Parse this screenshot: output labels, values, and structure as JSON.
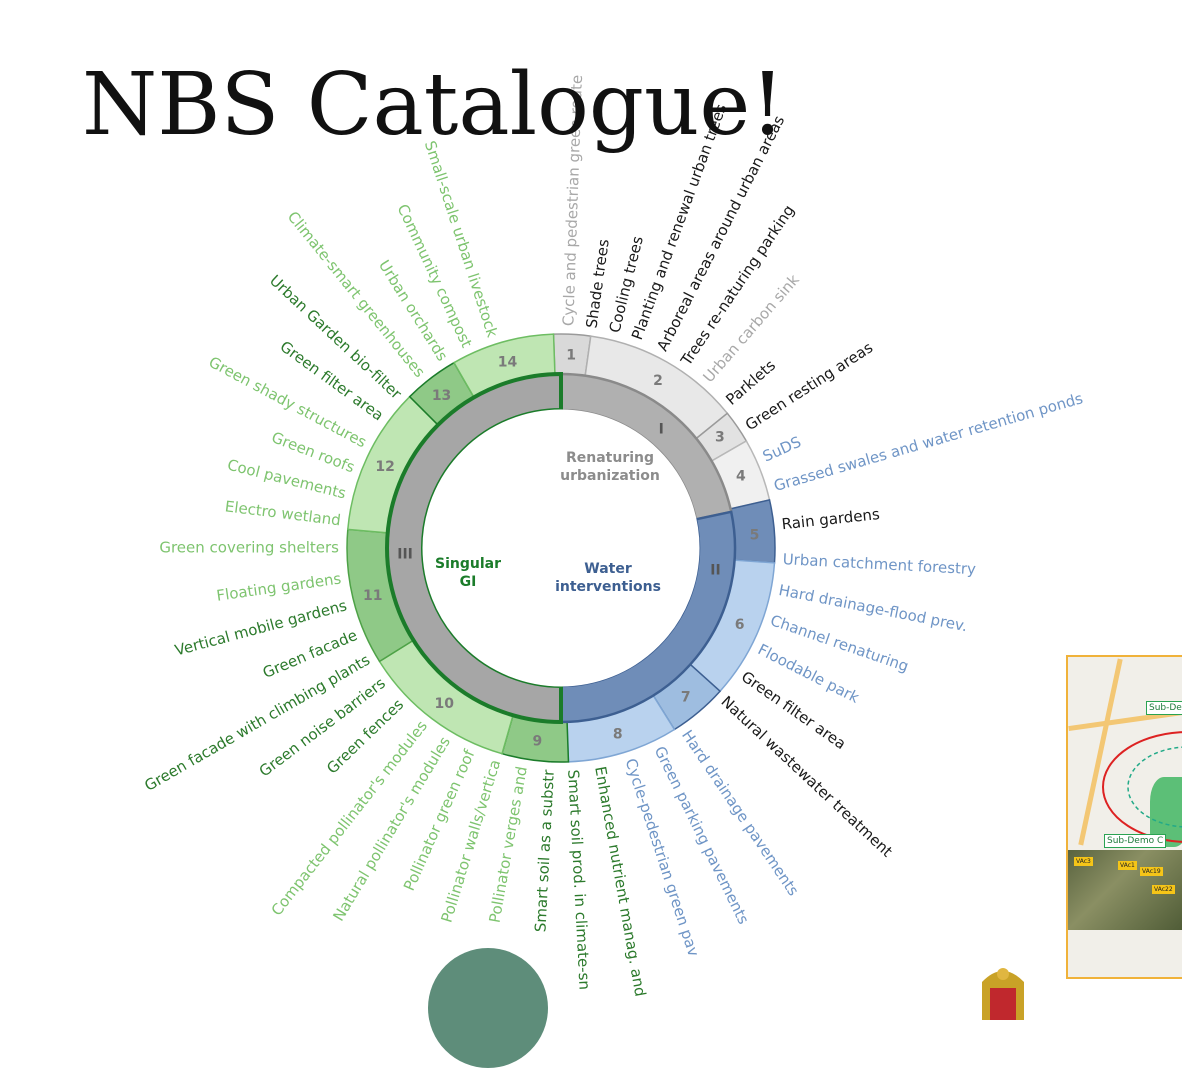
{
  "title": "NBS Catalogue!",
  "colors": {
    "renaturing": "#b0b0b0",
    "renaturing_inner": "#a6a6a6",
    "water": "#b9d2ee",
    "water_inner": "#6f8db8",
    "singular": "#bfe6b3",
    "singular_inner": "#8fc987",
    "singular_stroke": "#1b7c2a",
    "water_stroke": "#3d5f91"
  },
  "diagram": {
    "groups": [
      {
        "numeral": "I",
        "label_lines": [
          "Renaturing",
          "urbanization"
        ]
      },
      {
        "numeral": "II",
        "label_lines": [
          "Water",
          "interventions"
        ]
      },
      {
        "numeral": "III",
        "label_lines": [
          "Singular",
          "GI"
        ]
      }
    ],
    "categories": [
      "1",
      "2",
      "3",
      "4",
      "5",
      "6",
      "7",
      "8",
      "9",
      "10",
      "11",
      "12",
      "13",
      "14"
    ],
    "items": [
      {
        "text": "Cycle and pedestrian green route",
        "tone": "grey"
      },
      {
        "text": "Shade trees",
        "tone": "black"
      },
      {
        "text": "Cooling trees",
        "tone": "black"
      },
      {
        "text": "Planting and renewal urban trees",
        "tone": "black"
      },
      {
        "text": "Arboreal areas around urban areas",
        "tone": "black"
      },
      {
        "text": "Trees re-naturing parking",
        "tone": "black"
      },
      {
        "text": "Urban carbon sink",
        "tone": "grey"
      },
      {
        "text": "Parklets",
        "tone": "black"
      },
      {
        "text": "Green resting areas",
        "tone": "black"
      },
      {
        "text": "SuDS",
        "tone": "blue"
      },
      {
        "text": "Grassed swales and water retention ponds",
        "tone": "blue"
      },
      {
        "text": "Rain gardens",
        "tone": "black"
      },
      {
        "text": "Urban catchment forestry",
        "tone": "blue"
      },
      {
        "text": "Hard drainage-flood prev.",
        "tone": "blue"
      },
      {
        "text": "Channel renaturing",
        "tone": "blue"
      },
      {
        "text": "Floodable park",
        "tone": "blue"
      },
      {
        "text": "Green filter area",
        "tone": "black"
      },
      {
        "text": "Natural wastewater treatment",
        "tone": "black"
      },
      {
        "text": "Hard drainage pavements",
        "tone": "blue"
      },
      {
        "text": "Green parking pavements",
        "tone": "blue"
      },
      {
        "text": "Cycle-pedestrian green pav",
        "tone": "blue"
      },
      {
        "text": "Enhanced nutrient manag. and",
        "tone": "darkgreen"
      },
      {
        "text": "Smart soil prod. in climate-sn",
        "tone": "darkgreen"
      },
      {
        "text": "Smart soil as a substr",
        "tone": "darkgreen"
      },
      {
        "text": "Pollinator verges and",
        "tone": "green"
      },
      {
        "text": "Pollinator walls/vertica",
        "tone": "green"
      },
      {
        "text": "Pollinator green roof",
        "tone": "green"
      },
      {
        "text": "Natural pollinator's modules",
        "tone": "green"
      },
      {
        "text": "Compacted pollinator's modules",
        "tone": "green"
      },
      {
        "text": "Green fences",
        "tone": "darkgreen"
      },
      {
        "text": "Green noise barriers",
        "tone": "darkgreen"
      },
      {
        "text": "Green facade with climbing plants",
        "tone": "darkgreen"
      },
      {
        "text": "Green facade",
        "tone": "darkgreen"
      },
      {
        "text": "Vertical mobile gardens",
        "tone": "darkgreen"
      },
      {
        "text": "Floating gardens",
        "tone": "green"
      },
      {
        "text": "Green covering shelters",
        "tone": "green"
      },
      {
        "text": "Electro wetland",
        "tone": "green"
      },
      {
        "text": "Cool pavements",
        "tone": "green"
      },
      {
        "text": "Green roofs",
        "tone": "green"
      },
      {
        "text": "Green shady structures",
        "tone": "green"
      },
      {
        "text": "Green filter area",
        "tone": "darkgreen"
      },
      {
        "text": "Urban Garden bio-filter",
        "tone": "darkgreen"
      },
      {
        "text": "Climate-smart greenhouses",
        "tone": "green"
      },
      {
        "text": "Urban orchards",
        "tone": "green"
      },
      {
        "text": "Community compost",
        "tone": "green"
      },
      {
        "text": "Small-scale urban livestock",
        "tone": "green"
      }
    ]
  },
  "map": {
    "labels": [
      "Sub-De",
      "Sub-Demo C"
    ],
    "pins": [
      "VAc3",
      "VAc1",
      "VAc19",
      "VAc22"
    ]
  }
}
